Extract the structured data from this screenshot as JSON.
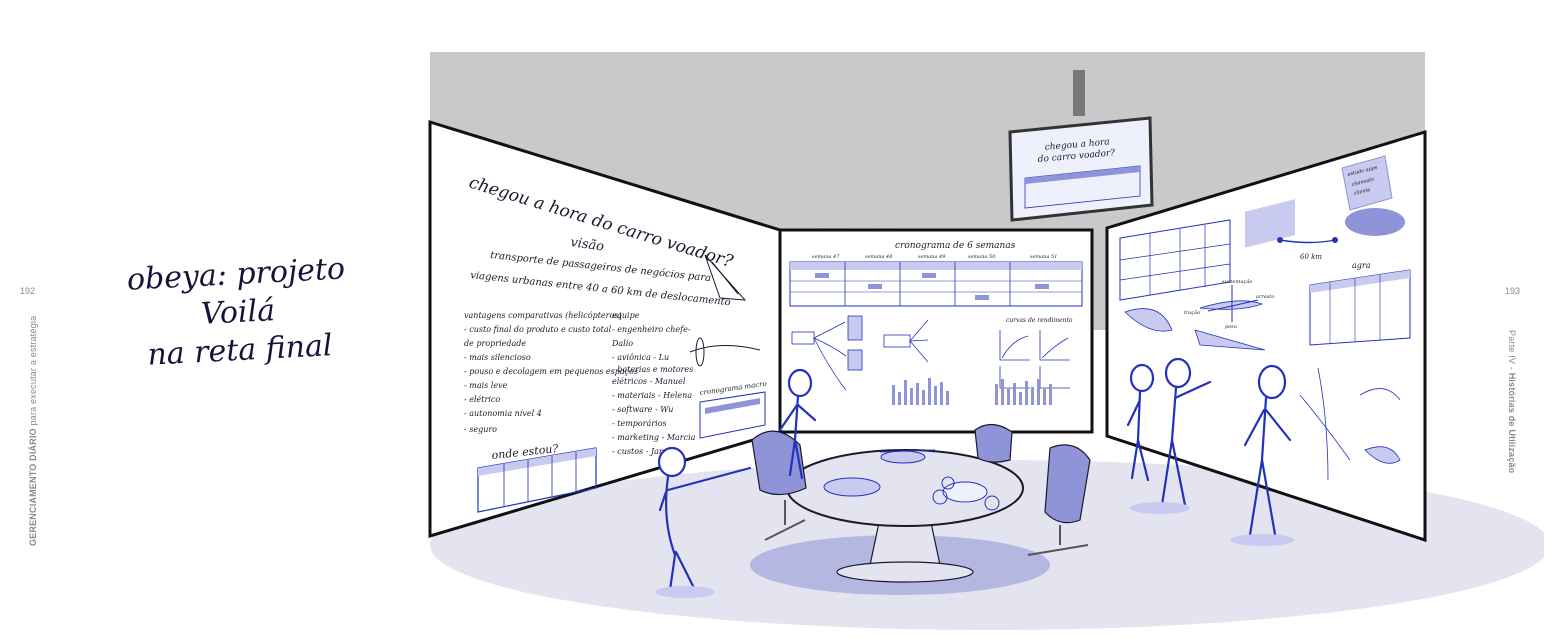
{
  "spread": {
    "left_page_number": "192",
    "right_page_number": "193",
    "left_spine_bold": "GERENCIAMENTO DIÁRIO",
    "left_spine_rest": " para executar a estratégia",
    "right_spine_rest": "Parte IV - ",
    "right_spine_bold": "Histórias de Utilização"
  },
  "title": {
    "line1": "obeya: projeto Voilá",
    "line2": "na reta final"
  },
  "left_board": {
    "heading": "chegou a hora do carro voador?",
    "vision_label": "visão",
    "vision_line1": "transporte de passageiros de negócios para",
    "vision_line2": "viagens urbanas entre 40 a 60 km de deslocamento",
    "advantages": [
      "vantagens comparativas (helicópteros)",
      "- custo final do produto e custo total",
      "de propriedade",
      "- mais silencioso",
      "- pouso e decolagem em pequenos espaços",
      "- mais leve",
      "- elétrico",
      "- autonomia nível 4",
      "- seguro"
    ],
    "team": [
      "equipe",
      "- engenheiro chefe-",
      "Dalio",
      "- aviônica - Lu",
      "- baterias e motores",
      "elétricos - Manuel",
      "- materiais - Helena",
      "- software - Wu",
      "- temporários",
      "- marketing - Marcia",
      "- custos - Jana"
    ],
    "where_label": "onde estou?",
    "mini_chart_label": "cronograma macro"
  },
  "center_board": {
    "heading": "cronograma de 6 semanas",
    "weeks": [
      "semana 47",
      "semana 48",
      "semana 49",
      "semana 50",
      "semana 51"
    ],
    "curves_label": "curvas de rendimento"
  },
  "monitor": {
    "line1": "chegou a hora",
    "line2": "do carro voador?"
  },
  "right_board": {
    "note_line1": "estudo apps",
    "note_line2": "chamado",
    "note_line3": "cliente",
    "distance_label": "60 km",
    "chart_label": "agra",
    "force_lift": "sustentação",
    "force_drag": "arrasto",
    "force_weight": "peso",
    "force_thrust": "tração"
  },
  "colors": {
    "accent": "#2233bb",
    "wall_gray": "#c9c9cc",
    "floor": "#e4e4f0",
    "chair": "#8f93d8",
    "ink": "#1a1a2e"
  }
}
